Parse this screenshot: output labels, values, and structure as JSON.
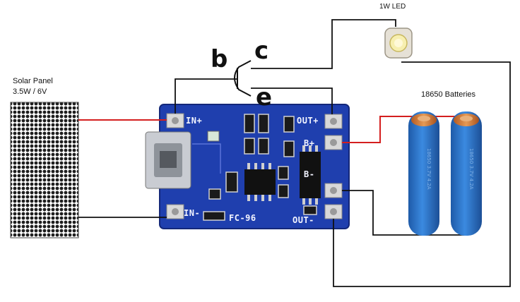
{
  "solar_panel": {
    "title": "Solar Panel",
    "rating": "3.5W / 6V"
  },
  "led": {
    "label": "1W LED"
  },
  "batteries": {
    "label": "18650 Batteries",
    "cell_text": "18650 3.7V 4.2A"
  },
  "transistor": {
    "base": "b",
    "collector": "c",
    "emitter": "e"
  },
  "module": {
    "model": "FC-96",
    "pins": {
      "in_plus": "IN+",
      "in_minus": "IN-",
      "out_plus": "OUT+",
      "out_minus": "OUT-",
      "b_plus": "B+",
      "b_minus": "B-"
    }
  },
  "colors": {
    "pcb": "#1f3fae",
    "wire": "#111111",
    "red_wire": "#d41f1f",
    "battery": "#2e73c9",
    "battery_top": "#cf7a36",
    "solar_cell": "#1e1e1e"
  }
}
